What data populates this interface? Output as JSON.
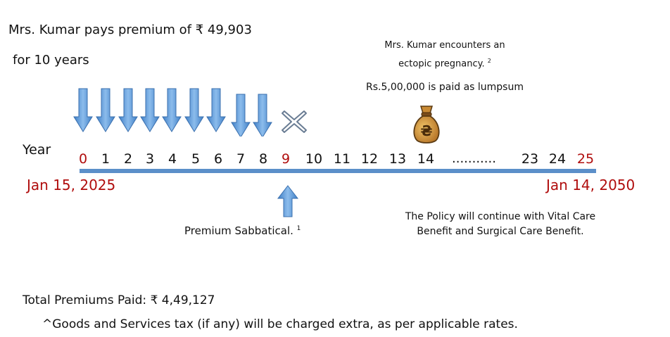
{
  "header": {
    "line1": "Mrs. Kumar pays premium of ₹ 49,903",
    "line2": "for 10 years"
  },
  "event": {
    "line1": "Mrs. Kumar encounters an",
    "line2": "ectopic pregnancy.",
    "line2_sup": "2",
    "payout": "Rs.5,00,000 is paid as lumpsum"
  },
  "timeline": {
    "axis_label": "Year",
    "ticks": [
      "0",
      "1",
      "2",
      "3",
      "4",
      "5",
      "6",
      "7",
      "8",
      "9",
      "10",
      "11",
      "12",
      "13",
      "14",
      "23",
      "24",
      "25"
    ],
    "highlighted_ticks": [
      "0",
      "9",
      "25"
    ],
    "ellipsis": "...........",
    "start_date": "Jan 15, 2025",
    "end_date": "Jan 14, 2050",
    "premium_years": [
      "0",
      "1",
      "2",
      "3",
      "4",
      "5",
      "6",
      "7",
      "8"
    ],
    "skipped_year": "9",
    "payout_year": "14",
    "highlight_color": "#b00d0d",
    "line_color": "#5b8fc9"
  },
  "sabbatical": {
    "label": "Premium Sabbatical.",
    "sup": "1"
  },
  "continuation": {
    "text": "The Policy will continue with Vital Care Benefit and Surgical Care Benefit."
  },
  "footer": {
    "total": "Total Premiums Paid: ₹ 4,49,127",
    "gst": "^Goods and Services tax (if any) will be charged extra, as per applicable rates."
  },
  "icons": {
    "premium_arrow": "down-arrow-icon",
    "skip": "cross-icon",
    "payout": "money-bag-icon",
    "sabbatical_arrow": "up-arrow-icon"
  }
}
